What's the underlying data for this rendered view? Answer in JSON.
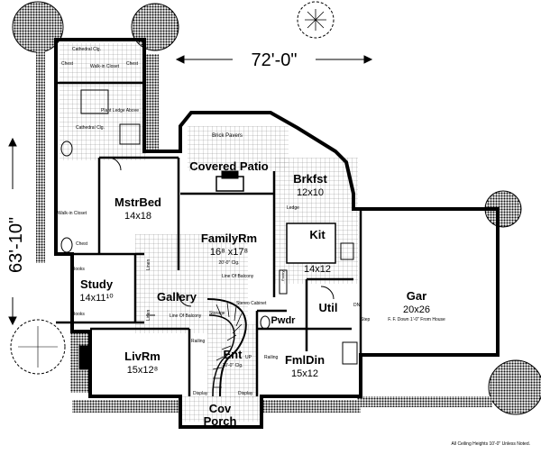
{
  "dimensions": {
    "width": "72'-0\"",
    "depth": "63'-10\""
  },
  "rooms": [
    {
      "id": "mstrbed",
      "name": "MstrBed",
      "size": "14x18"
    },
    {
      "id": "familyrm",
      "name": "FamilyRm",
      "size": "16⁸ x17⁸"
    },
    {
      "id": "brkfst",
      "name": "Brkfst",
      "size": "12x10"
    },
    {
      "id": "kit",
      "name": "Kit",
      "size": "14x12"
    },
    {
      "id": "study",
      "name": "Study",
      "size": "14x11¹⁰"
    },
    {
      "id": "gallery",
      "name": "Gallery",
      "size": ""
    },
    {
      "id": "gar",
      "name": "Gar",
      "size": "20x26"
    },
    {
      "id": "util",
      "name": "Util",
      "size": ""
    },
    {
      "id": "pwdr",
      "name": "Pwdr",
      "size": ""
    },
    {
      "id": "livrm",
      "name": "LivRm",
      "size": "15x12⁸"
    },
    {
      "id": "ent",
      "name": "Ent",
      "size": ""
    },
    {
      "id": "fmldin",
      "name": "FmlDin",
      "size": "15x12"
    },
    {
      "id": "cov",
      "name": "Cov",
      "size": ""
    },
    {
      "id": "porch",
      "name": "Porch",
      "size": ""
    },
    {
      "id": "patio",
      "name": "Covered Patio",
      "size": ""
    }
  ],
  "labels": {
    "cathedral_top": "Cathedral Clg.",
    "cathedral_bath": "Cathedral Clg.",
    "walkin_closet_top": "Walk-in Closet",
    "walkin_closet_left": "Walk-in Closet",
    "chest1": "Chest",
    "chest2": "Chest",
    "chest3": "Chest",
    "plant_ledge": "Plant Ledge Above",
    "brick_pavers": "Brick Pavers",
    "ledge": "Ledge",
    "pantry": "Pantry",
    "books1": "Books",
    "books2": "Books",
    "linen1": "Linen",
    "linen2": "Linen",
    "line_balcony1": "Line Of Balcony",
    "line_balcony2": "Line Of Balcony",
    "stereo": "Stereo Cabinet",
    "storage": "Storage",
    "railing1": "Railing",
    "railing2": "Railing",
    "dn": "DN",
    "up": "UP",
    "step": "Step",
    "gar_note": "F. F. Down 1'-0\" From House",
    "display1": "Display",
    "display2": "Display",
    "clg_family": "20'-0\" Clg.",
    "clg_ent": "20'-0\" Clg.",
    "ceiling_note": "All Ceiling Heights 10'-0\" Unless Noted."
  }
}
